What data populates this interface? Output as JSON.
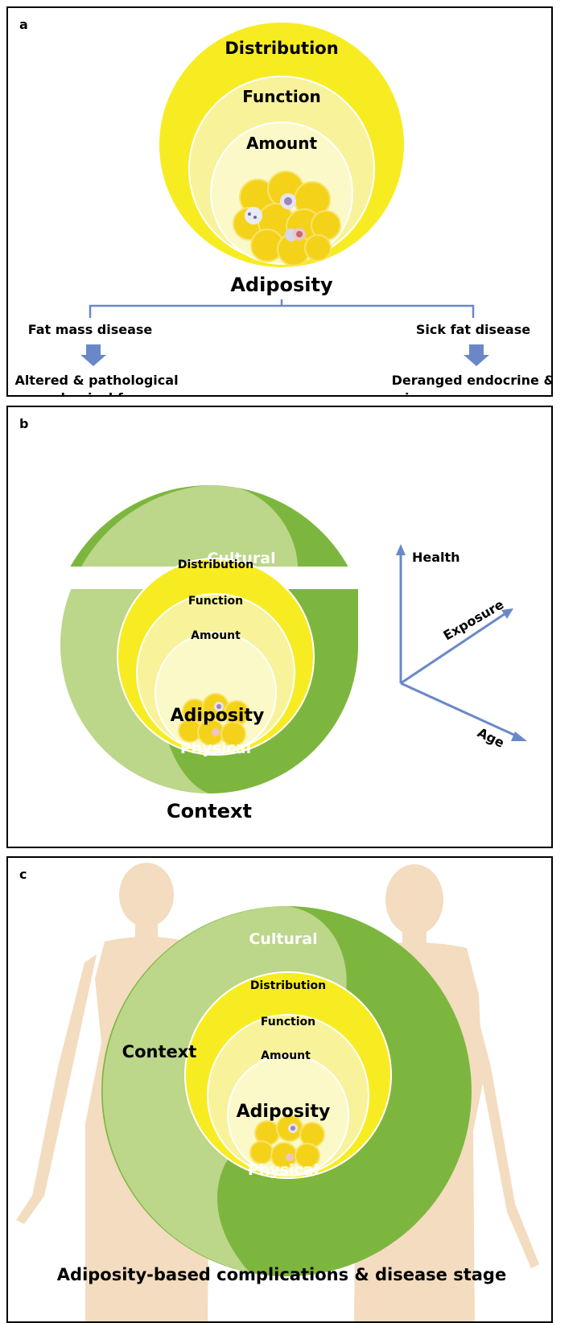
{
  "panel_a": {
    "letter": "a",
    "rings": {
      "outer": "Distribution",
      "middle": "Function",
      "inner": "Amount"
    },
    "center_label": "Adiposity",
    "left_branch": {
      "title": "Fat mass disease",
      "result_line1": "Altered & pathological",
      "result_line2": "mechanical forces"
    },
    "right_branch": {
      "title": "Sick fat disease",
      "result_line1": "Deranged endocrine &",
      "result_line2": "immune responses"
    }
  },
  "panel_b": {
    "letter": "b",
    "outer_top": "Cultural",
    "outer_bottom": "Physical",
    "rings": {
      "outer": "Distribution",
      "middle": "Function",
      "inner": "Amount"
    },
    "center_label": "Adiposity",
    "context_label": "Context",
    "axes": {
      "vertical": "Health",
      "diagonal_up": "Exposure",
      "diagonal_down": "Age"
    }
  },
  "panel_c": {
    "letter": "c",
    "outer_top": "Cultural",
    "outer_bottom": "Physical",
    "context_label": "Context",
    "rings": {
      "outer": "Distribution",
      "middle": "Function",
      "inner": "Amount"
    },
    "center_label": "Adiposity",
    "caption": "Adiposity-based complications & disease stage"
  },
  "colors": {
    "yellow_outer": "#f7ec22",
    "yellow_mid": "#f8f29a",
    "yellow_inner": "#fbf9c8",
    "green_light": "#bcd68a",
    "green_dark": "#7db63f",
    "arrow_blue": "#6a88c8",
    "body_tan": "#f3dcbf"
  }
}
